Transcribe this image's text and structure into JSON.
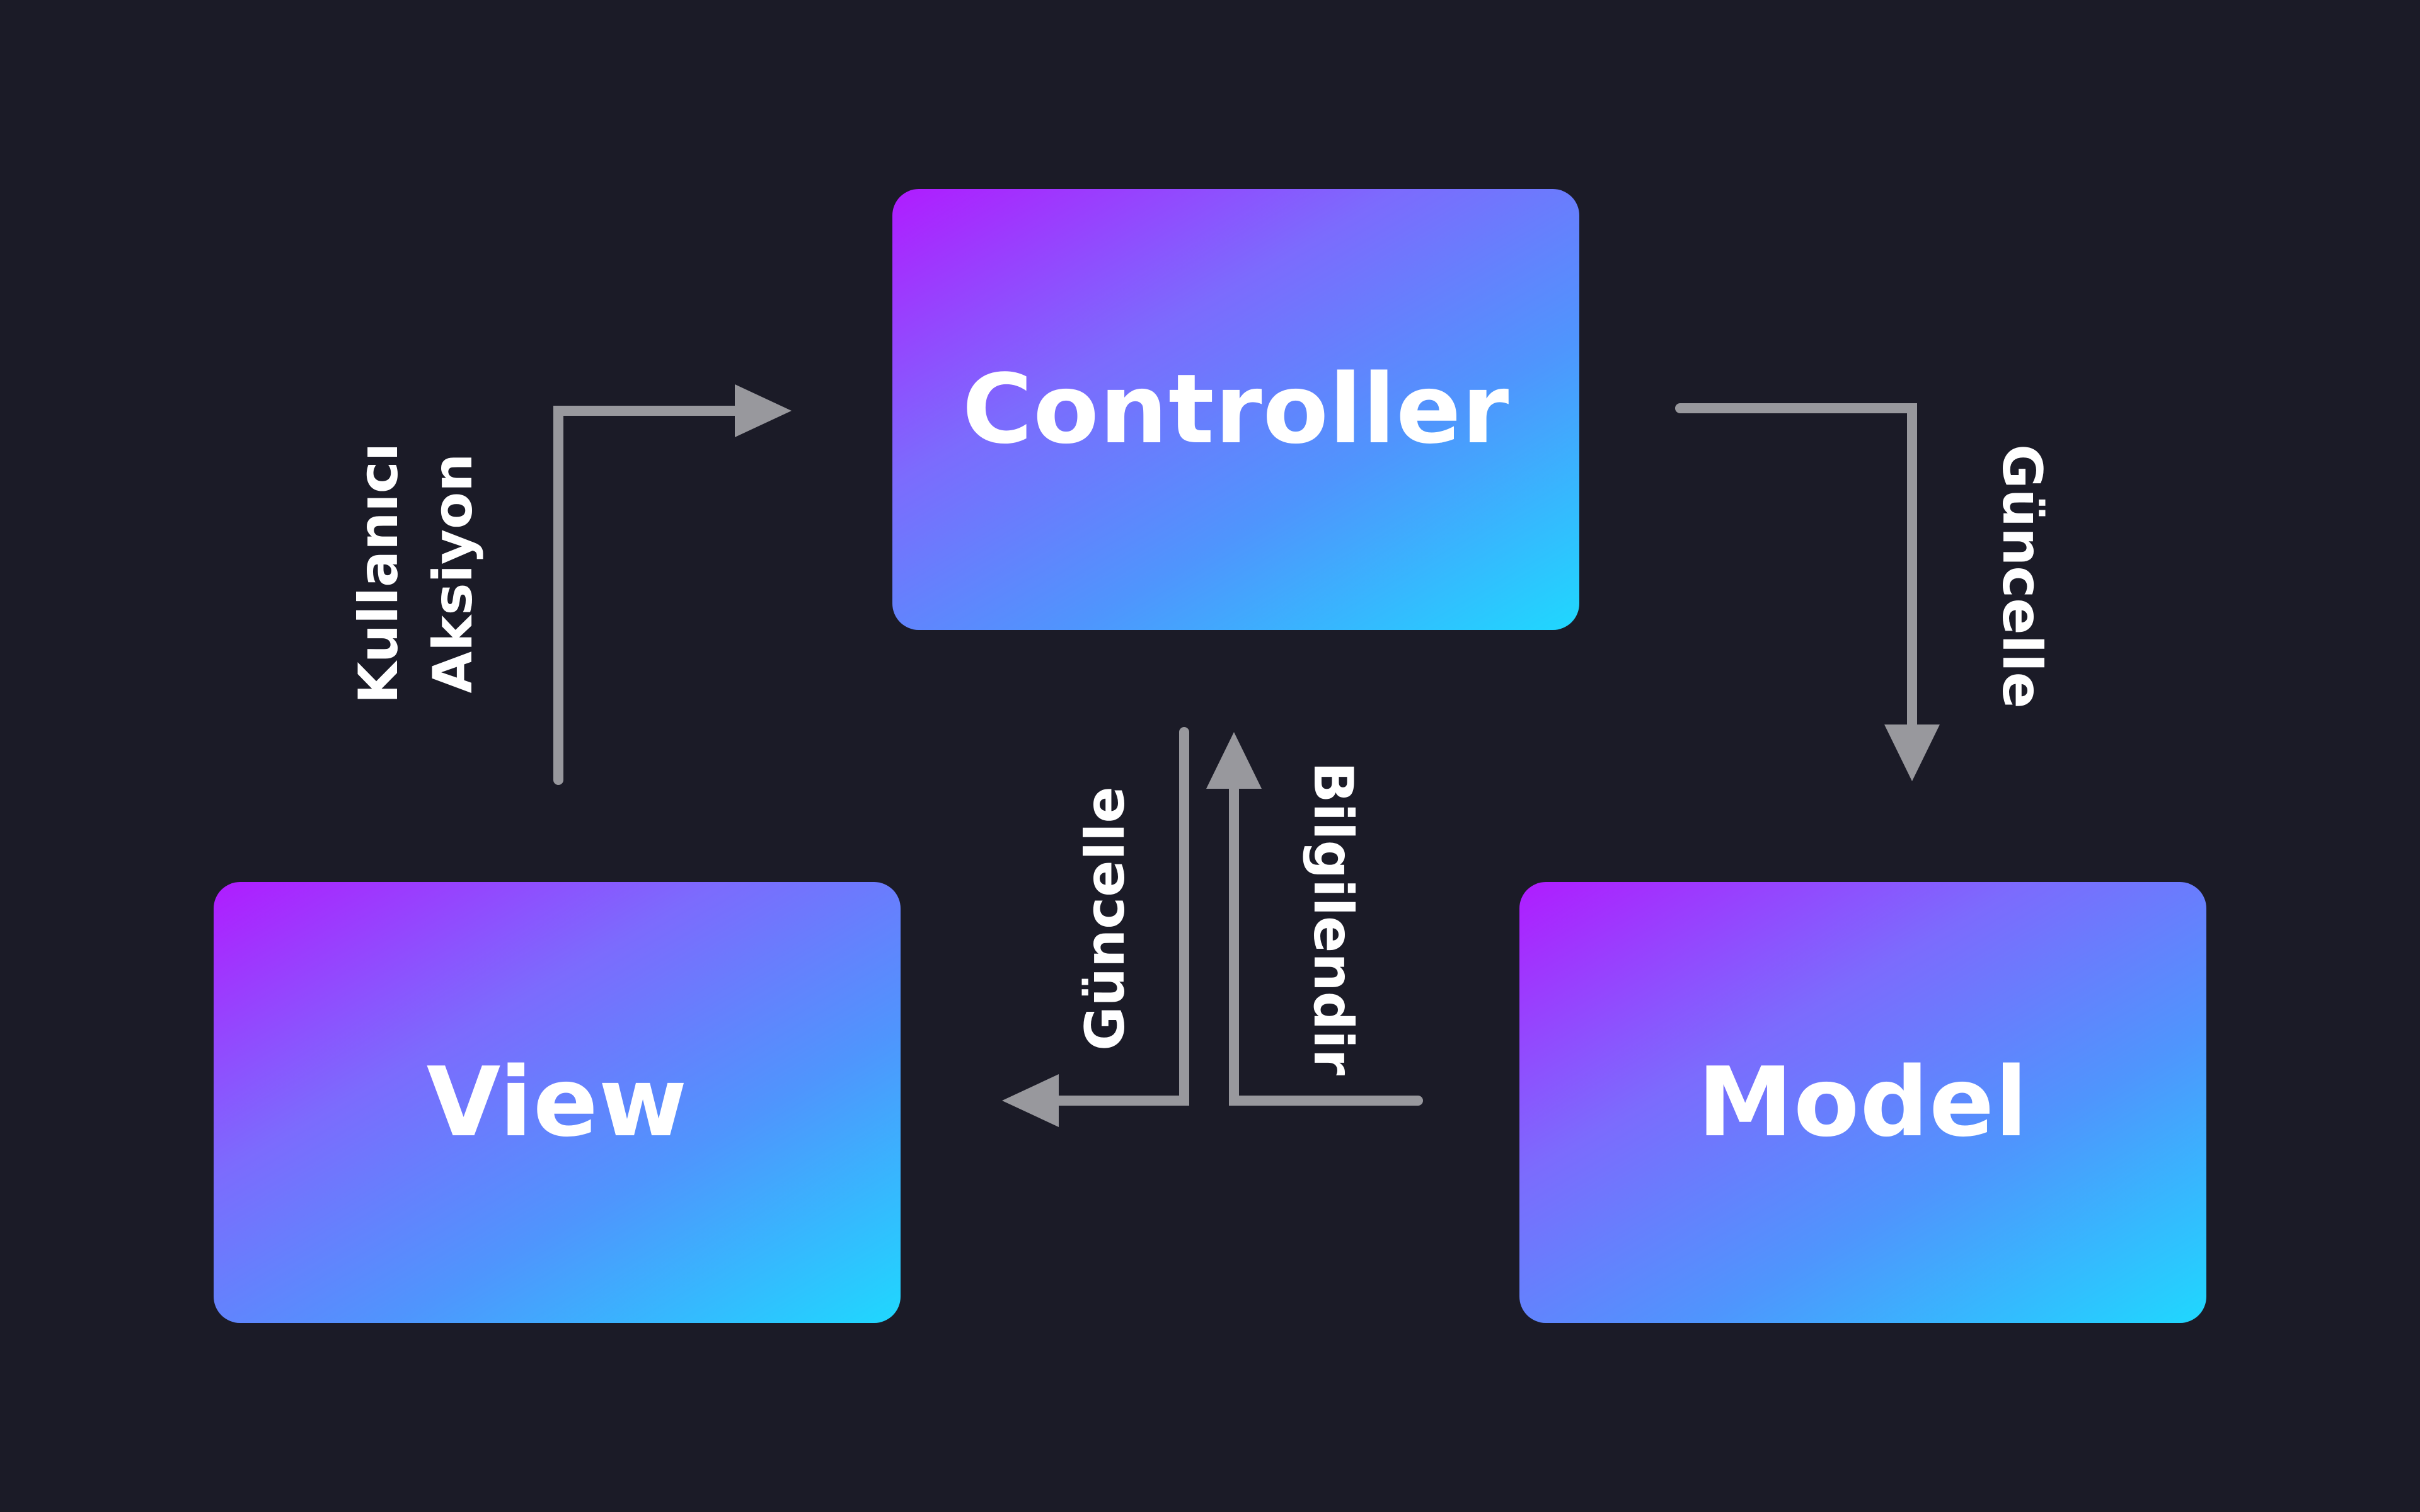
{
  "nodes": {
    "controller": "Controller",
    "view": "View",
    "model": "Model"
  },
  "edges": {
    "view_to_controller": {
      "line1": "Kullanıcı",
      "line2": "Aksiyon"
    },
    "controller_to_model": "Güncelle",
    "controller_to_view": "Güncelle",
    "model_to_controller": "Bilgilendir"
  },
  "colors": {
    "background": "#1b1b27",
    "gradient_start": "#b01cff",
    "gradient_end": "#1fd8fe",
    "arrow": "#98989d",
    "text": "#ffffff"
  }
}
